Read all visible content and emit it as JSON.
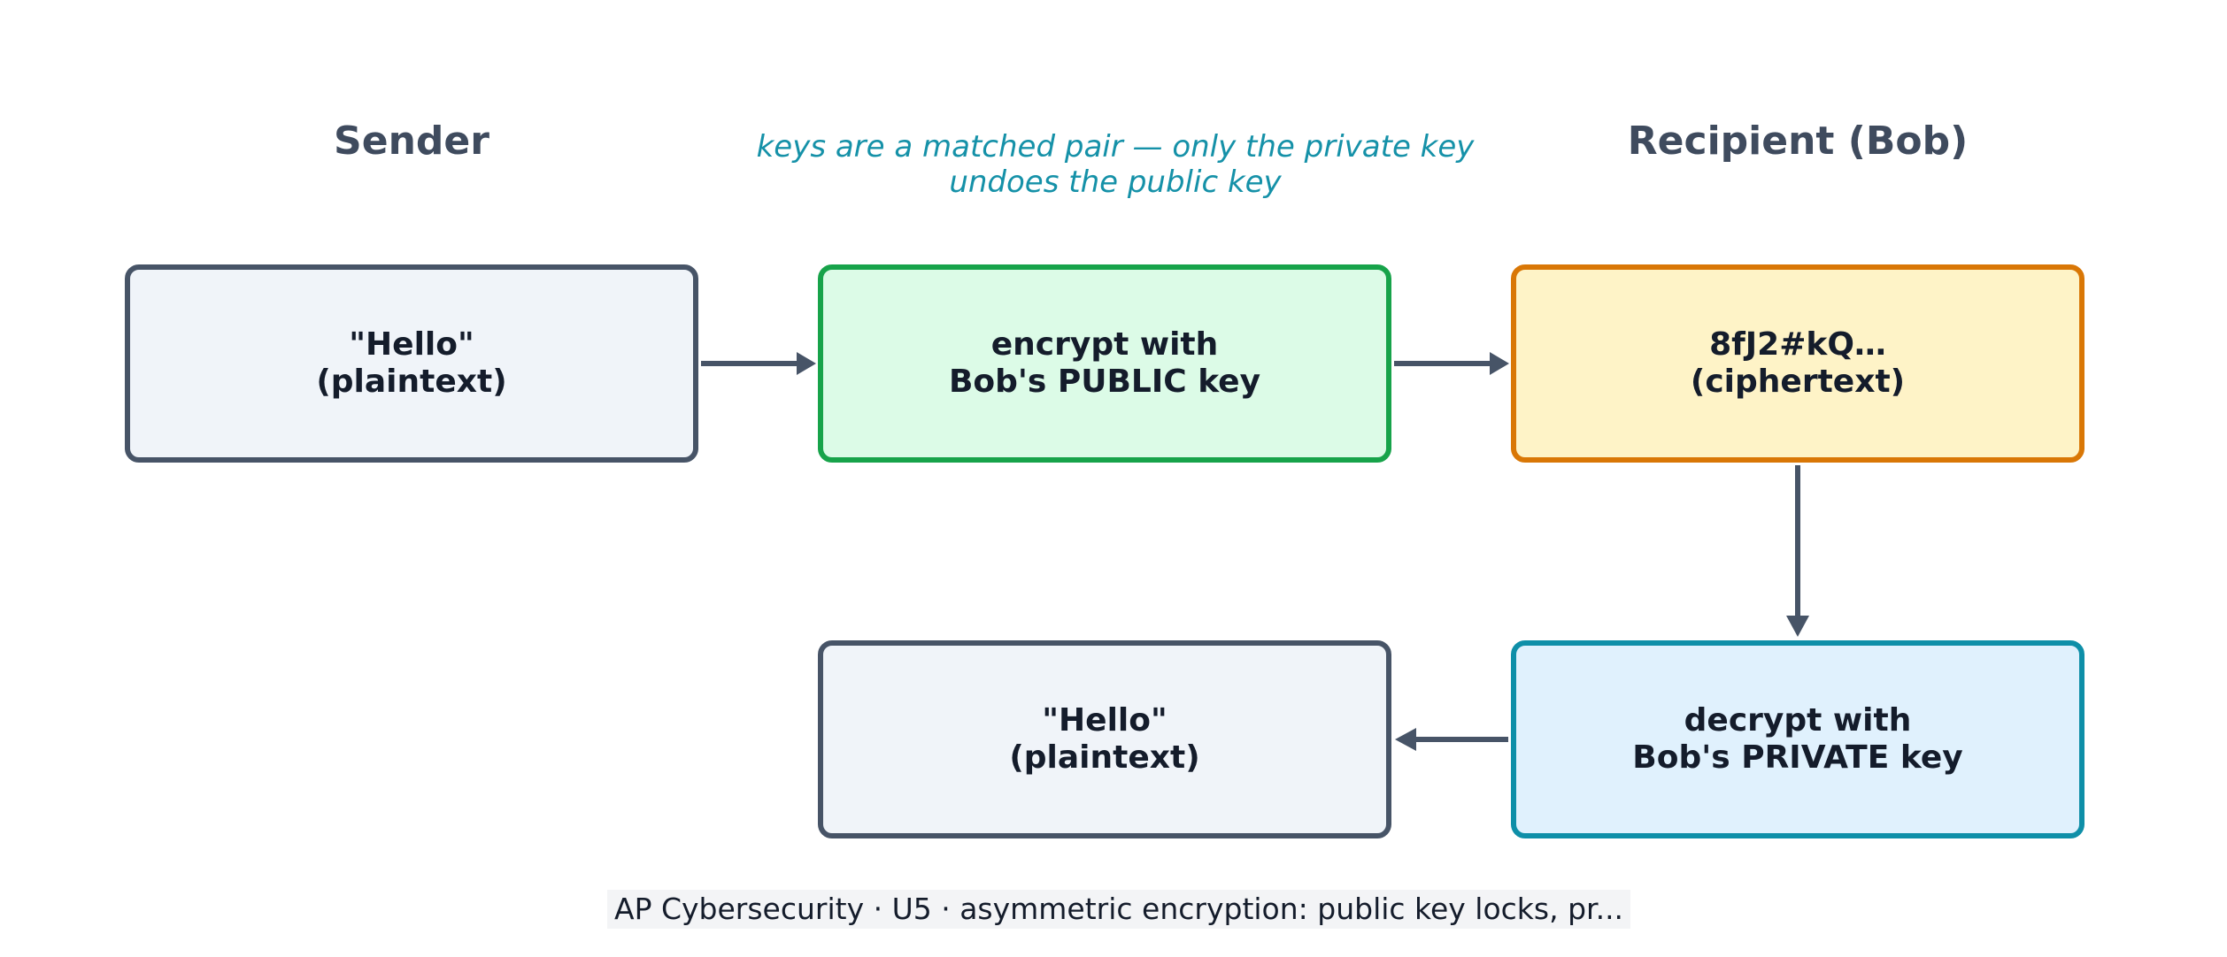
{
  "headings": {
    "sender": "Sender",
    "recipient": "Recipient (Bob)"
  },
  "note": {
    "line1": "keys are a matched pair — only the private key",
    "line2": "undoes the public key"
  },
  "nodes": {
    "plaintext_in": {
      "line1": "\"Hello\"",
      "line2": "(plaintext)"
    },
    "encrypt": {
      "line1": "encrypt with",
      "line2": "Bob's PUBLIC key"
    },
    "ciphertext": {
      "line1": "8fJ2#kQ…",
      "line2": "(ciphertext)"
    },
    "decrypt": {
      "line1": "decrypt with",
      "line2": "Bob's PRIVATE key"
    },
    "plaintext_out": {
      "line1": "\"Hello\"",
      "line2": "(plaintext)"
    }
  },
  "edges": [
    {
      "from": "plaintext_in",
      "to": "encrypt"
    },
    {
      "from": "encrypt",
      "to": "ciphertext"
    },
    {
      "from": "ciphertext",
      "to": "decrypt"
    },
    {
      "from": "decrypt",
      "to": "plaintext_out"
    }
  ],
  "caption": "AP Cybersecurity · U5 · asymmetric encryption: public key locks, pr...",
  "colors": {
    "slate": "#475467",
    "green": "#17a34a",
    "orange": "#d97706",
    "teal": "#0e8fa8",
    "note_text": "#1591a8",
    "heading_text": "#3f4b5e"
  }
}
